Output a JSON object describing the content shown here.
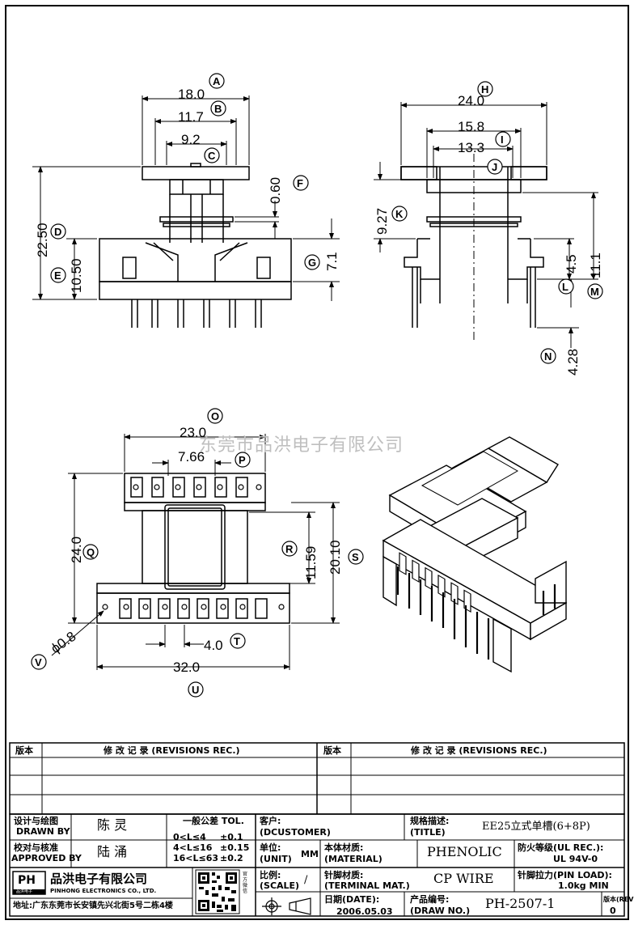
{
  "drawing": {
    "dims": {
      "a": "18.0",
      "b": "11.7",
      "c": "9.2",
      "f": "0.60",
      "d": "22.50",
      "e": "10.50",
      "g": "7.1",
      "h": "24.0",
      "i": "15.8",
      "j": "13.3",
      "k": "9.27",
      "l": "4.5",
      "m": "11.1",
      "n": "4.28",
      "o": "23.0",
      "p": "7.66",
      "q": "24.0",
      "r": "11.59",
      "s": "20.10",
      "t": "4.0",
      "u": "32.0",
      "v": "ϕ0.8"
    },
    "labels": [
      "A",
      "B",
      "C",
      "D",
      "E",
      "F",
      "G",
      "H",
      "I",
      "J",
      "K",
      "L",
      "M",
      "N",
      "O",
      "P",
      "Q",
      "R",
      "S",
      "T",
      "U",
      "V"
    ]
  },
  "watermark": "东莞市品洪电子有限公司",
  "revisions": {
    "ver_header": "版本",
    "rec_header": "修 改 记 录 (REVISIONS REC.)"
  },
  "title_block": {
    "designer_label_cn": "设计与绘图",
    "designer_label_en": "DRAWN BY",
    "designer": "陈 灵",
    "approver_label_cn": "校对与核准",
    "approver_label_en": "APPROVED BY",
    "approver": "陆 涌",
    "tol_title": "一般公差 TOL.",
    "tol_rows": [
      {
        "range": "0<L≤4",
        "value": "±0.1"
      },
      {
        "range": "4<L≤16",
        "value": "±0.15"
      },
      {
        "range": "16<L≤63",
        "value": "±0.2"
      }
    ],
    "customer_label_cn": "客户:",
    "customer_label_en": "(DCUSTOMER)",
    "unit_label_cn": "单位:",
    "unit_label_en": "(UNIT)",
    "unit": "MM",
    "scale_label_cn": "比例:",
    "scale_label_en": "(SCALE)",
    "scale": "/",
    "title_label_cn": "规格描述:",
    "title_label_en": "(TITLE)",
    "title": "EE25立式单槽(6+8P)",
    "material_label_cn": "本体材质:",
    "material_label_en": "(MATERIAL)",
    "material": "PHENOLIC",
    "ul_label": "防火等级(UL REC.):",
    "ul": "UL 94V-0",
    "terminal_label_cn": "针脚材质:",
    "terminal_label_en": "(TERMINAL MAT.)",
    "terminal": "CP WIRE",
    "pin_load_label": "针脚拉力(PIN LOAD):",
    "pin_load": "1.0kg MIN",
    "date_label": "日期(DATE):",
    "date": "2006.05.03",
    "drawno_label_cn": "产品编号:",
    "drawno_label_en": "(DRAW NO.)",
    "drawno": "PH-2507-1",
    "rev_label": "版本(REV):",
    "rev": "0",
    "company_cn": "品洪电子有限公司",
    "company_en": "PINHONG ELECTRONICS CO., LTD.",
    "logo_text": "PH",
    "logo_sub": "品洪电子",
    "address": "地址:广东东莞市长安镇先兴北街5号二栋4楼",
    "qr_caption": "官方微信"
  }
}
